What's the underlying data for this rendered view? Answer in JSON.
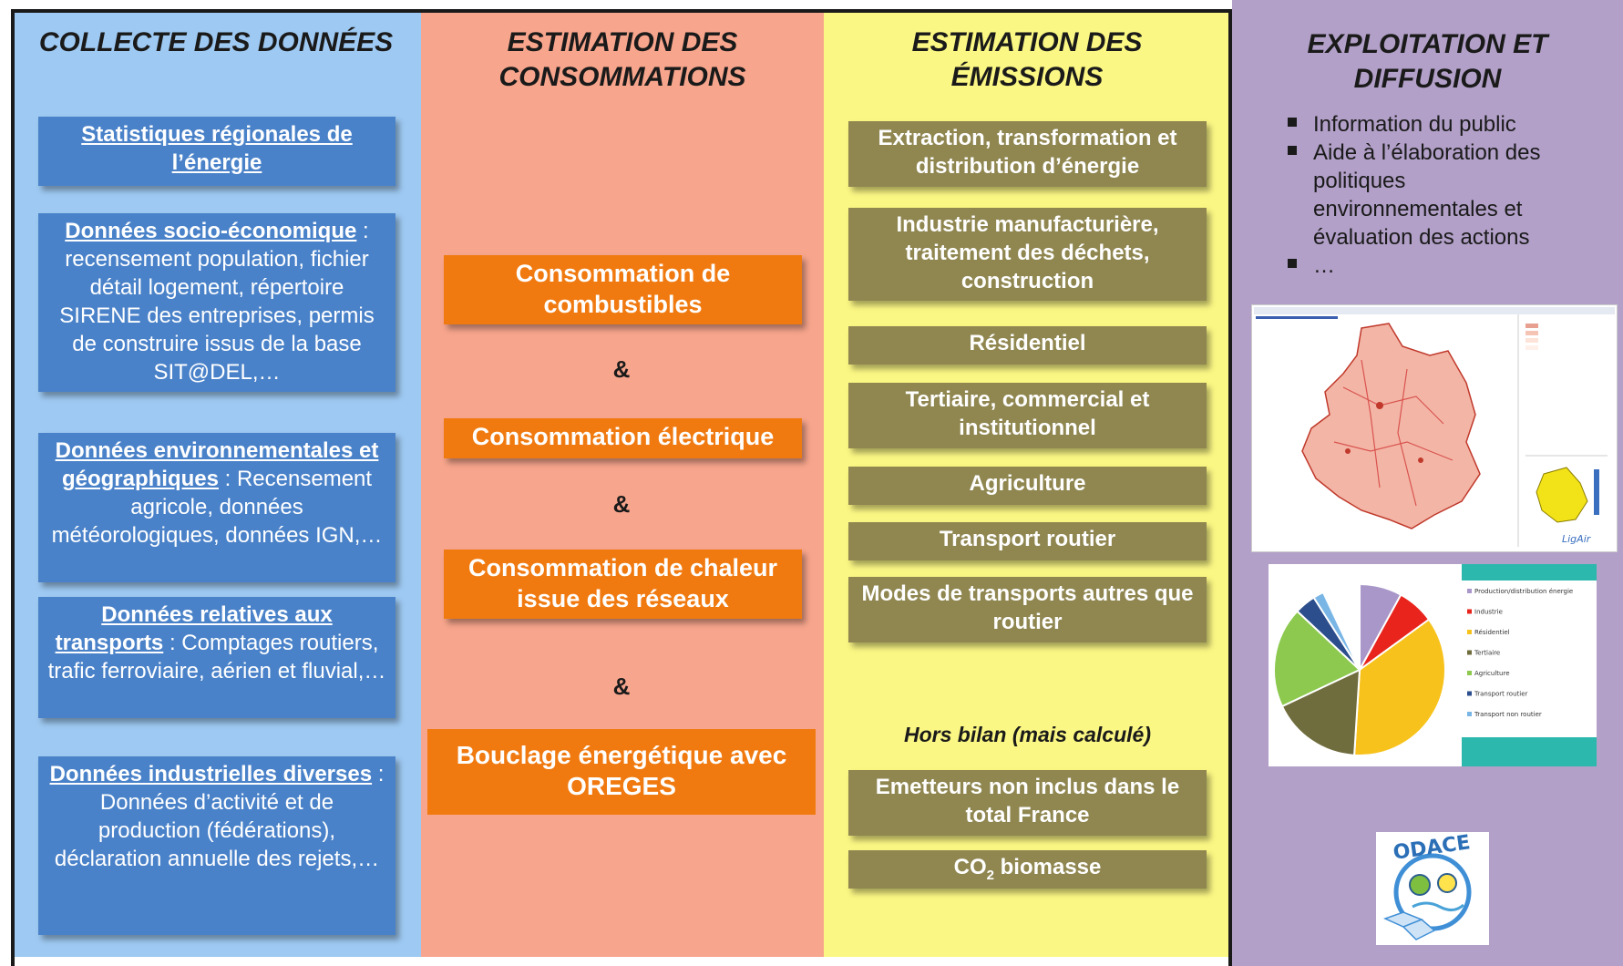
{
  "columns": {
    "collecte": {
      "title": "COLLECTE DES DONNÉES",
      "color": "#9ec9f2",
      "boxes": [
        {
          "link": "Statistiques régionales de l’énergie",
          "rest": ""
        },
        {
          "link": "Données socio-économique",
          "rest": " : recensement population, fichier détail logement, répertoire SIRENE des entreprises, permis de construire issus de la base SIT@DEL,…"
        },
        {
          "link": "Données environnementales et géographiques",
          "rest": " : Recensement agricole, données météorologiques, données IGN,…"
        },
        {
          "link": "Données relatives aux transports",
          "rest": " : Comptages routiers, trafic ferroviaire, aérien et fluvial,…"
        },
        {
          "link": "Données industrielles diverses",
          "rest": " : Données d’activité et de production (fédérations), déclaration annuelle des rejets,…"
        }
      ]
    },
    "consommations": {
      "title_line1": "ESTIMATION DES",
      "title_line2": "CONSOMMATIONS",
      "color": "#f7a58c",
      "boxes": [
        "Consommation de combustibles",
        "Consommation électrique",
        "Consommation de chaleur issue des réseaux"
      ],
      "amp": "&",
      "final_box": "Bouclage énergétique avec OREGES"
    },
    "emissions": {
      "title_line1": "ESTIMATION DES",
      "title_line2": "ÉMISSIONS",
      "color": "#fbf784",
      "boxes": [
        "Extraction, transformation et distribution d’énergie",
        "Industrie manufacturière, traitement des déchets, construction",
        "Résidentiel",
        "Tertiaire, commercial et institutionnel",
        "Agriculture",
        "Transport routier",
        "Modes de transports autres que routier"
      ],
      "hors_bilan": "Hors bilan (mais calculé)",
      "hors_boxes": [
        "Emetteurs non inclus dans le total France"
      ],
      "co2_main": "CO",
      "co2_sub": "2",
      "co2_rest": " biomasse"
    },
    "exploitation": {
      "title_line1": "EXPLOITATION ET",
      "title_line2": "DIFFUSION",
      "color": "#b2a0c8",
      "bullets": [
        "Information du public",
        "Aide à l’élaboration des politiques environnementales et évaluation des actions",
        "…"
      ]
    }
  },
  "pie_legend": [
    "Production/distribution énergie",
    "Industrie",
    "Résidentiel",
    "Tertiaire",
    "Agriculture",
    "Transport routier",
    "Transport non routier"
  ],
  "pie_colors": [
    "#a997c9",
    "#e8241c",
    "#f7c21b",
    "#6f6c3d",
    "#8cc94e",
    "#2c4e8c",
    "#79b6e6"
  ],
  "pie_shares": [
    0.08,
    0.07,
    0.36,
    0.17,
    0.19,
    0.04,
    0.02
  ],
  "logo_text": "ODACE",
  "map_caption": "LigAir"
}
